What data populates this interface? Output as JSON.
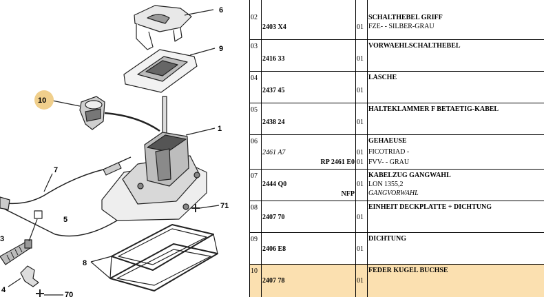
{
  "diagram": {
    "callouts": {
      "c6": "6",
      "c9": "9",
      "c10": "10",
      "c1": "1",
      "c7": "7",
      "c5": "5",
      "c71": "71",
      "c3": "3",
      "c8": "8",
      "c4": "4",
      "c70": "70"
    },
    "highlight_color": "#f0cf8c"
  },
  "table": {
    "highlight_color": "#fbe0b0",
    "rows": [
      {
        "index": "02",
        "ref": "2403 X4",
        "sub": "",
        "qty": "01",
        "d1": "SCHALTHEBEL GRIFF",
        "d2": "FZE- - SILBER-GRAU",
        "d3": ""
      },
      {
        "index": "03",
        "ref": "2416 33",
        "sub": "",
        "qty": "01",
        "d1": "VORWAEHLSCHALTHEBEL",
        "d2": "",
        "d3": ""
      },
      {
        "index": "04",
        "ref": "2437 45",
        "sub": "",
        "qty": "01",
        "d1": "LASCHE",
        "d2": "",
        "d3": ""
      },
      {
        "index": "05",
        "ref": "2438 24",
        "sub": "",
        "qty": "01",
        "d1": "HALTEKLAMMER F BETAETIG-KABEL",
        "d2": "",
        "d3": ""
      },
      {
        "index": "06",
        "ref": "2461 A7",
        "sub": "RP 2461 E0",
        "qty": "01",
        "qty2": "01",
        "d1": "GEHAEUSE",
        "d2": "FICOTRIAD -",
        "d3": "FVV- - GRAU"
      },
      {
        "index": "07",
        "ref": "2444 Q0",
        "sub": "NFP",
        "qty": "01",
        "d1": "KABELZUG GANGWAHL",
        "d2": "LON 1355,2",
        "d3": "GANGVORWAHL"
      },
      {
        "index": "08",
        "ref": "2407 70",
        "sub": "",
        "qty": "01",
        "d1": "EINHEIT DECKPLATTE + DICHTUNG",
        "d2": "",
        "d3": ""
      },
      {
        "index": "09",
        "ref": "2406 E8",
        "sub": "",
        "qty": "01",
        "d1": "DICHTUNG",
        "d2": "",
        "d3": ""
      },
      {
        "index": "10",
        "ref": "2407 78",
        "sub": "",
        "qty": "01",
        "d1": "FEDER KUGEL BUCHSE",
        "d2": "",
        "d3": ""
      }
    ]
  }
}
